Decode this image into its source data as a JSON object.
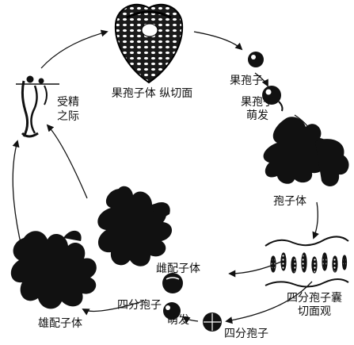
{
  "title": "",
  "colors": {
    "ink": "#111111",
    "paper": "#ffffff"
  },
  "labels": {
    "cystocarp_section": "果孢子体 纵切面",
    "carpospore": "果孢子",
    "carpospore_germination_1": "果孢子",
    "carpospore_germination_2": "萌发",
    "tetrasporophyte": "孢子体",
    "tetrasporangium_1": "四分孢子囊",
    "tetrasporangium_2": "切面观",
    "tetraspore": "四分孢子",
    "tetraspore_germination_1": "四分孢子",
    "tetraspore_germination_2": "萌发",
    "female_gametophyte": "雌配子体",
    "male_gametophyte": "雄配子体",
    "fertilization_1": "受精",
    "fertilization_2": "之际"
  }
}
